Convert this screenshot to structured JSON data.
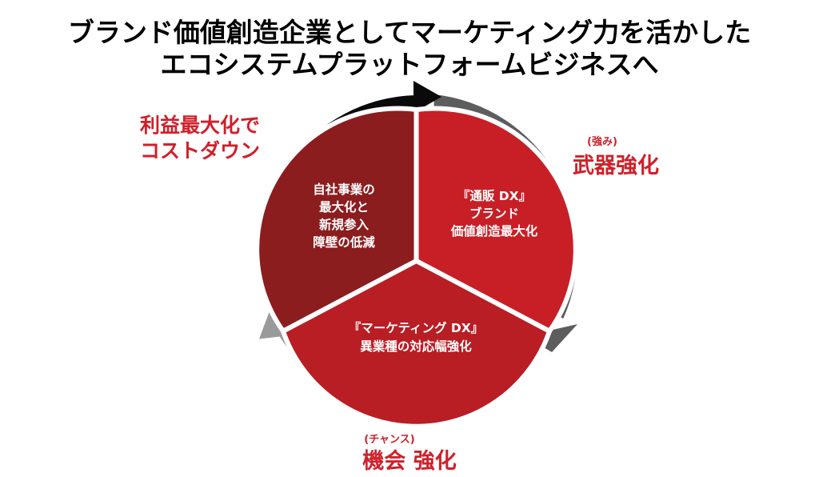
{
  "title": {
    "line1": "ブランド価値創造企業としてマーケティング力を活かした",
    "line2": "エコシステムプラットフォームビジネスへ"
  },
  "segments": {
    "left": {
      "lines": [
        "自社事業の",
        "最大化と",
        "新規参入",
        "障壁の低減"
      ]
    },
    "right": {
      "lines": [
        "『通販 DX』",
        "ブランド",
        "価値創造最大化"
      ]
    },
    "bottom": {
      "lines": [
        "『マーケティング DX』",
        "異業種の対応幅強化"
      ]
    }
  },
  "labels": {
    "cost": {
      "lines": [
        "利益最大化で",
        "コストダウン"
      ]
    },
    "weapon": {
      "sub": "(強み)",
      "main": "武器強化"
    },
    "chance": {
      "sub": "(チャンス)",
      "main": "機会 強化"
    }
  },
  "colors": {
    "segment_left": "#8b1d1f",
    "segment_right": "#c81f26",
    "segment_bottom": "#b81e24",
    "arrow_black": "#0a0a0a",
    "arrow_dark_gray": "#5d5d5d",
    "arrow_light_gray": "#9a9a9a",
    "label_red": "#d0202a"
  }
}
